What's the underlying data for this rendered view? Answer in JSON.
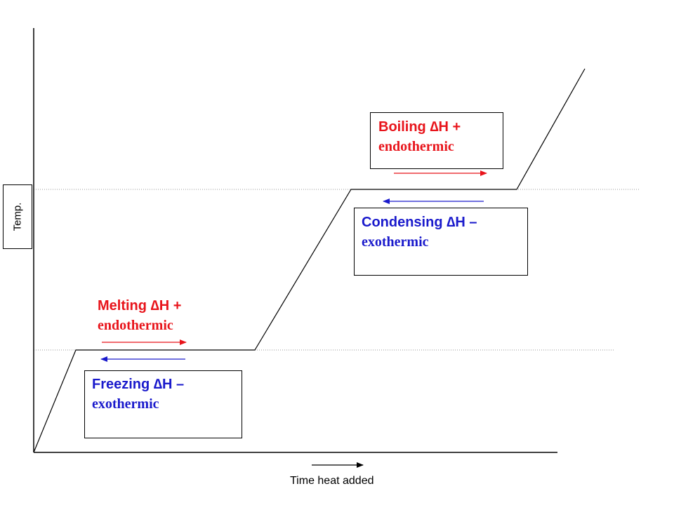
{
  "axes": {
    "y_label": "Temp.",
    "x_label": "Time heat added"
  },
  "boxes": {
    "boiling": {
      "title": "Boiling ∆H +",
      "subtitle": "endothermic",
      "color": "#e8141b"
    },
    "condensing": {
      "title": "Condensing ∆H –",
      "subtitle": "exothermic",
      "color": "#1a1acc"
    },
    "melting": {
      "title": "Melting ∆H +",
      "subtitle": "endothermic",
      "color": "#e8141b"
    },
    "freezing": {
      "title": "Freezing ∆H –",
      "subtitle": "exothermic",
      "color": "#1a1acc"
    }
  },
  "colors": {
    "endothermic_arrow": "#e8141b",
    "exothermic_arrow": "#1a1acc",
    "curve": "#000000",
    "guide_lines": "#999999"
  }
}
